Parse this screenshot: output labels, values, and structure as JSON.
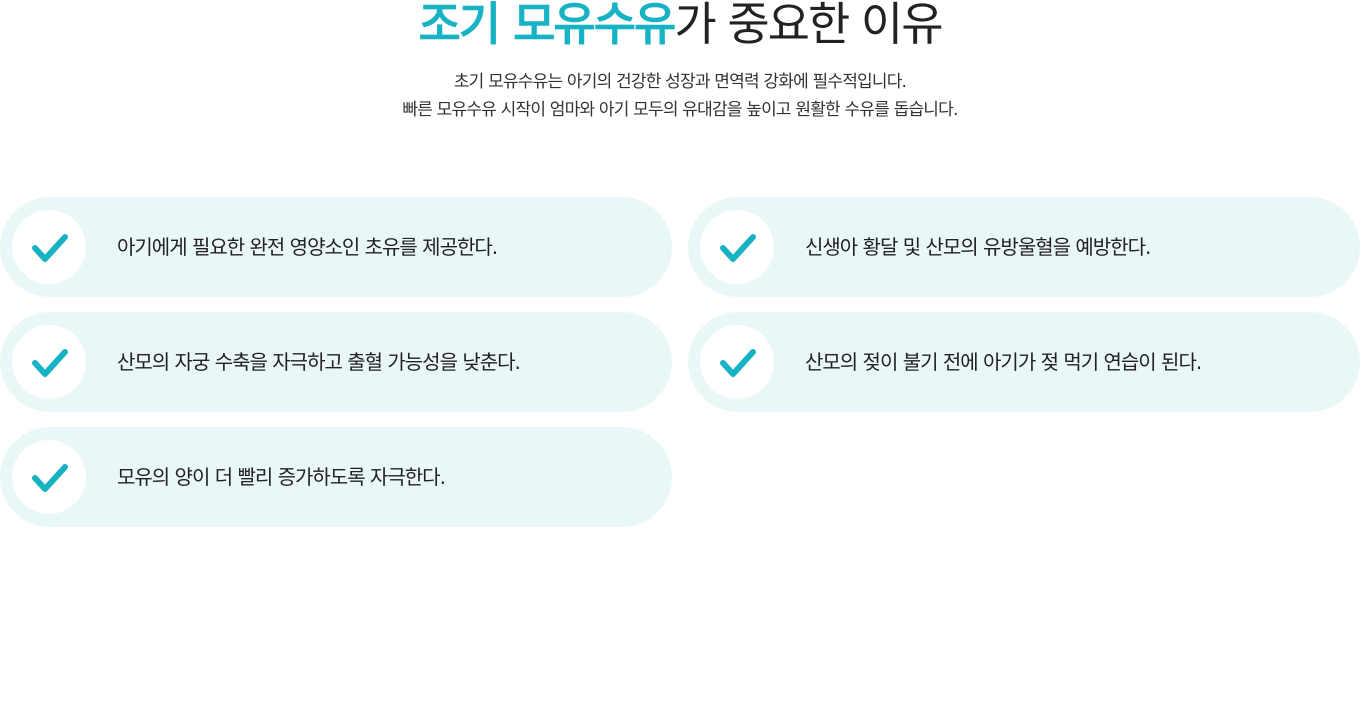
{
  "header": {
    "title_highlight": "조기 모유수유",
    "title_rest": "가 중요한 이유",
    "subtitle_line1": "초기 모유수유는 아기의 건강한 성장과 면역력 강화에 필수적입니다.",
    "subtitle_line2": "빠른 모유수유 시작이 엄마와 아기 모두의 유대감을 높이고 원활한 수유를 돕습니다."
  },
  "colors": {
    "accent": "#17b3c4",
    "card_background": "#eaf7f9",
    "text": "#222222"
  },
  "items": [
    {
      "icon": "check-icon",
      "label": "아기에게 필요한 완전 영양소인 초유를 제공한다."
    },
    {
      "icon": "check-icon",
      "label": "신생아 황달 및 산모의 유방울혈을 예방한다."
    },
    {
      "icon": "check-icon",
      "label": "산모의 자궁 수축을 자극하고 출혈 가능성을 낮춘다."
    },
    {
      "icon": "check-icon",
      "label": "산모의 젖이 불기 전에 아기가 젖 먹기 연습이 된다."
    },
    {
      "icon": "check-icon",
      "label": "모유의 양이 더 빨리 증가하도록 자극한다."
    }
  ]
}
